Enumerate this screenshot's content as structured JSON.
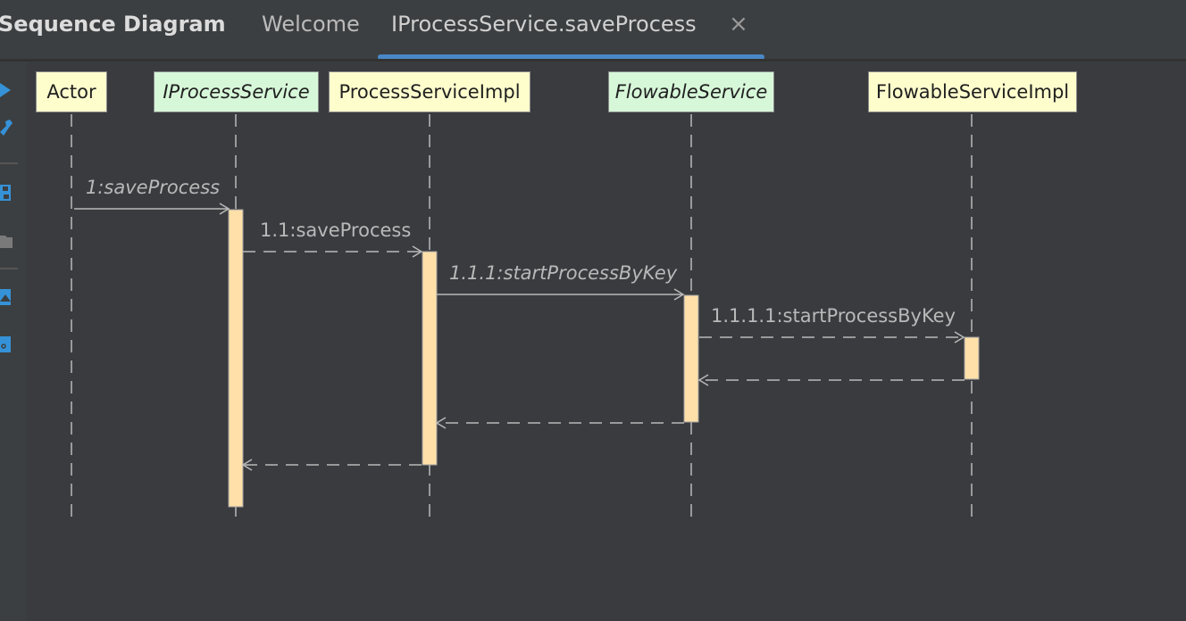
{
  "panel": {
    "title": "Sequence Diagram"
  },
  "tabs": [
    {
      "label": "Welcome"
    },
    {
      "label": "IProcessService.saveProcess",
      "close": "×"
    }
  ],
  "toolbar": {
    "icons": [
      "play-icon",
      "wrench-icon",
      "save-icon",
      "folder-icon",
      "image-export-icon",
      "link-icon"
    ]
  },
  "diagram": {
    "participants": [
      {
        "name": "Actor",
        "kind": "class"
      },
      {
        "name": "IProcessService",
        "kind": "interface"
      },
      {
        "name": "ProcessServiceImpl",
        "kind": "class"
      },
      {
        "name": "FlowableService",
        "kind": "interface"
      },
      {
        "name": "FlowableServiceImpl",
        "kind": "class"
      }
    ],
    "messages": [
      {
        "label": "1:saveProcess",
        "from": "Actor",
        "to": "IProcessService",
        "style": "solid",
        "italic": true
      },
      {
        "label": "1.1:saveProcess",
        "from": "IProcessService",
        "to": "ProcessServiceImpl",
        "style": "dashed",
        "italic": false
      },
      {
        "label": "1.1.1:startProcessByKey",
        "from": "ProcessServiceImpl",
        "to": "FlowableService",
        "style": "solid",
        "italic": true
      },
      {
        "label": "1.1.1.1:startProcessByKey",
        "from": "FlowableService",
        "to": "FlowableServiceImpl",
        "style": "dashed",
        "italic": false
      }
    ],
    "colors": {
      "class_box": "#fefecd",
      "interface_box": "#d7f7d9",
      "activation": "#ffe0a9",
      "line": "#b9b9b9",
      "background": "#393b3f",
      "tab_underline": "#4a88c7"
    }
  }
}
